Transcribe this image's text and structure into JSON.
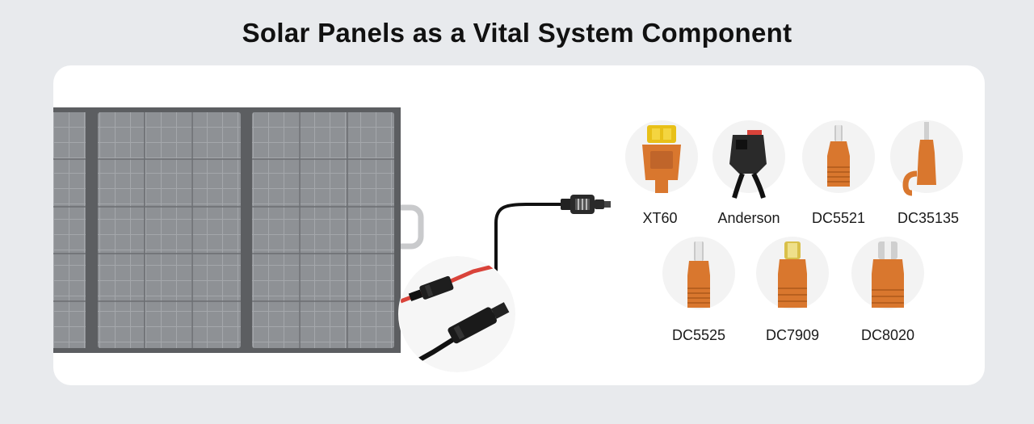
{
  "title": "Solar Panels as a Vital System Component",
  "connectors": [
    {
      "name": "XT60",
      "color": "#d9772e",
      "icon": "xt60-connector-icon"
    },
    {
      "name": "Anderson",
      "color": "#222222",
      "icon": "anderson-connector-icon"
    },
    {
      "name": "DC5521",
      "color": "#d9772e",
      "icon": "dc5521-connector-icon"
    },
    {
      "name": "DC35135",
      "color": "#d9772e",
      "icon": "dc35135-connector-icon"
    },
    {
      "name": "DC5525",
      "color": "#d9772e",
      "icon": "dc5525-connector-icon"
    },
    {
      "name": "DC7909",
      "color": "#d9772e",
      "icon": "dc7909-connector-icon"
    },
    {
      "name": "DC8020",
      "color": "#d9772e",
      "icon": "dc8020-connector-icon"
    }
  ],
  "colors": {
    "background": "#e8eaed",
    "card": "#ffffff",
    "panel_frame": "#5c5e61",
    "panel_cell": "#8d9094",
    "cable_red": "#d9433a",
    "cable_black": "#111111",
    "connector_orange": "#d9772e"
  }
}
